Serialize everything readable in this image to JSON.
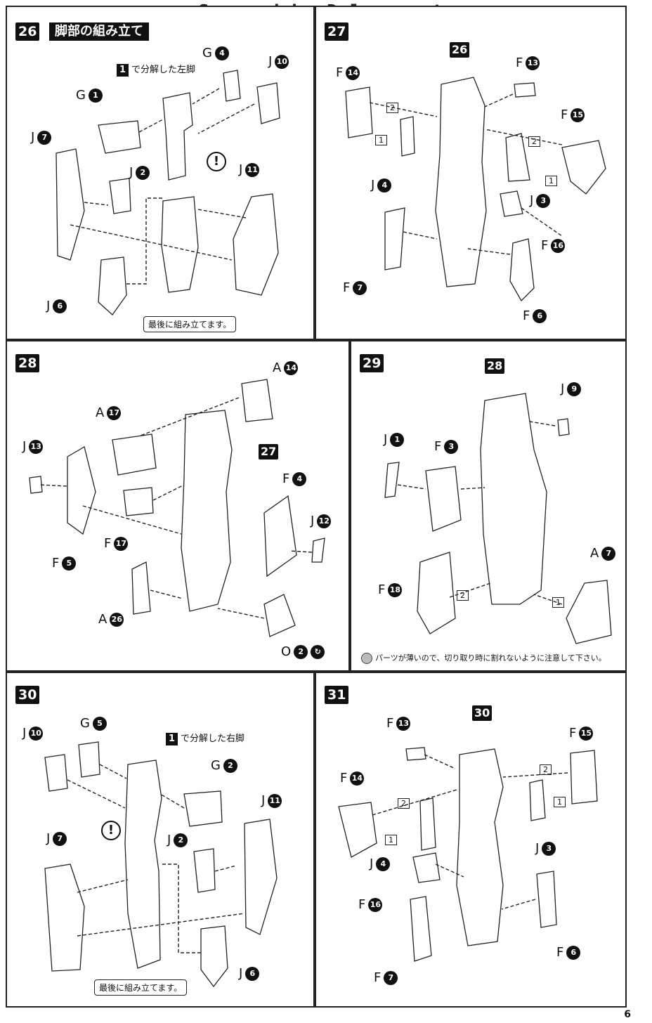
{
  "header": "Scanned by Dalong.net",
  "page_number": "6",
  "steps": [
    {
      "number": "26",
      "title": "脚部の組み立て",
      "ref_num": "1",
      "ref_text": "で分解した左脚",
      "final_note": "最後に組み立てます。",
      "parts": [
        {
          "letter": "G",
          "num": "4"
        },
        {
          "letter": "J",
          "num": "10"
        },
        {
          "letter": "G",
          "num": "1"
        },
        {
          "letter": "J",
          "num": "7"
        },
        {
          "letter": "J",
          "num": "2"
        },
        {
          "letter": "J",
          "num": "11"
        },
        {
          "letter": "J",
          "num": "6"
        }
      ]
    },
    {
      "number": "27",
      "ref_step": "26",
      "parts": [
        {
          "letter": "F",
          "num": "14"
        },
        {
          "letter": "F",
          "num": "13"
        },
        {
          "letter": "F",
          "num": "15"
        },
        {
          "letter": "J",
          "num": "4"
        },
        {
          "letter": "J",
          "num": "3"
        },
        {
          "letter": "F",
          "num": "16"
        },
        {
          "letter": "F",
          "num": "7"
        },
        {
          "letter": "F",
          "num": "6"
        }
      ]
    },
    {
      "number": "28",
      "ref_step": "27",
      "parts": [
        {
          "letter": "A",
          "num": "14"
        },
        {
          "letter": "A",
          "num": "17"
        },
        {
          "letter": "J",
          "num": "13"
        },
        {
          "letter": "F",
          "num": "4"
        },
        {
          "letter": "J",
          "num": "12"
        },
        {
          "letter": "F",
          "num": "17"
        },
        {
          "letter": "F",
          "num": "5"
        },
        {
          "letter": "A",
          "num": "26"
        },
        {
          "letter": "O",
          "num": "2"
        }
      ]
    },
    {
      "number": "29",
      "ref_step": "28",
      "caution": "パーツが薄いので、切り取り時に割れないように注意して下さい。",
      "parts": [
        {
          "letter": "J",
          "num": "9"
        },
        {
          "letter": "J",
          "num": "1"
        },
        {
          "letter": "F",
          "num": "3"
        },
        {
          "letter": "A",
          "num": "7"
        },
        {
          "letter": "F",
          "num": "18"
        }
      ]
    },
    {
      "number": "30",
      "ref_num": "1",
      "ref_text": "で分解した右脚",
      "final_note": "最後に組み立てます。",
      "parts": [
        {
          "letter": "J",
          "num": "10"
        },
        {
          "letter": "G",
          "num": "5"
        },
        {
          "letter": "G",
          "num": "2"
        },
        {
          "letter": "J",
          "num": "11"
        },
        {
          "letter": "J",
          "num": "7"
        },
        {
          "letter": "J",
          "num": "2"
        },
        {
          "letter": "J",
          "num": "6"
        }
      ]
    },
    {
      "number": "31",
      "ref_step": "30",
      "parts": [
        {
          "letter": "F",
          "num": "13"
        },
        {
          "letter": "F",
          "num": "15"
        },
        {
          "letter": "F",
          "num": "14"
        },
        {
          "letter": "J",
          "num": "4"
        },
        {
          "letter": "J",
          "num": "3"
        },
        {
          "letter": "F",
          "num": "16"
        },
        {
          "letter": "F",
          "num": "6"
        },
        {
          "letter": "F",
          "num": "7"
        }
      ]
    }
  ],
  "order_marks": [
    "1",
    "2"
  ],
  "warning_symbol": "!"
}
